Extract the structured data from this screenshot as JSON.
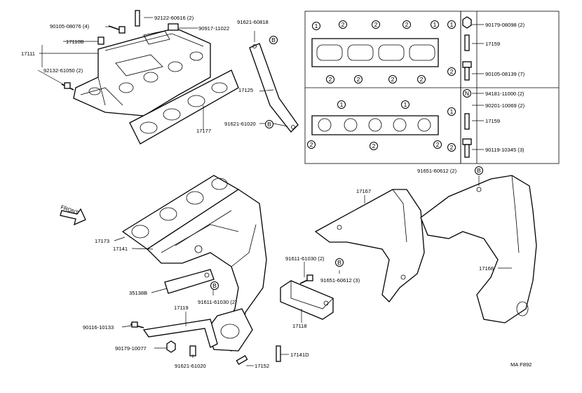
{
  "labels": {
    "p90105_08076": "90105-08076 (4)",
    "p92122_60616": "92122-60616 (2)",
    "p90917_11022": "90917-11022",
    "p17110B": "17110B",
    "p17111": "17111",
    "p92132_61050": "92132-61050 (2)",
    "p17177": "17177",
    "p91621_60818": "91621-60818",
    "p17125": "17125",
    "p91621_61020_top": "91621-61020",
    "p17173": "17173",
    "p17141": "17141",
    "p35138B": "35138B",
    "p91611_61030_left": "91611-61030 (2)",
    "p17119": "17119",
    "p90116_10133": "90116-10133",
    "p90179_10077": "90179-10077",
    "p91621_61020_bottom": "91621-61020",
    "p17152": "17152",
    "p17141D": "17141D",
    "p17118": "17118",
    "p91611_61030_mid": "91611-61030 (2)",
    "p91651_60612_mid": "91651-60612 (3)",
    "p17167": "17167",
    "p91651_60612_top": "91651-60612 (2)",
    "p17168": "17168",
    "p90179_08098": "90179-08098 (2)",
    "p17159_a": "17159",
    "p90105_08139": "90105-08139 (7)",
    "p94181_11000": "94181-11000 (2)",
    "p90201_10069": "90201-10069 (2)",
    "p17159_b": "17159",
    "p90119_10345": "90119-10345 (3)",
    "front": "FRONT",
    "code": "MA F892"
  },
  "markers": {
    "one": "1",
    "two": "2",
    "B": "B",
    "N": "N"
  }
}
